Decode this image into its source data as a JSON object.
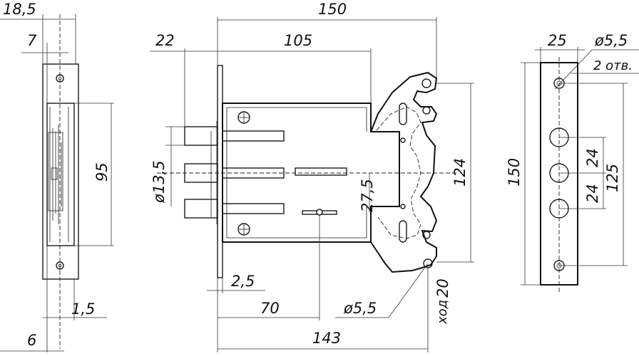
{
  "dimensions": {
    "side_total_width": "18,5",
    "side_offset": "7",
    "side_height_95": "95",
    "side_plate_thickness": "1,5",
    "side_bottom_offset": "6",
    "overall_length": "150",
    "backset": "22",
    "body_length": "105",
    "bolt_diameter": "ø13,5",
    "hole_spacing": "27,5",
    "front_height": "124",
    "faceplate_thickness": "2,5",
    "keyhole_center": "70",
    "mount_hole_diameter": "ø5,5",
    "bolt_throw_value": "20",
    "bolt_throw_label": "ход",
    "housing_length": "143",
    "strike_width": "25",
    "strike_hole_diameter": "ø5,5",
    "strike_hole_count": "2 отв.",
    "strike_length": "150",
    "strike_pitch_upper": "24",
    "strike_pitch_lower": "24",
    "strike_hole_span": "125"
  }
}
